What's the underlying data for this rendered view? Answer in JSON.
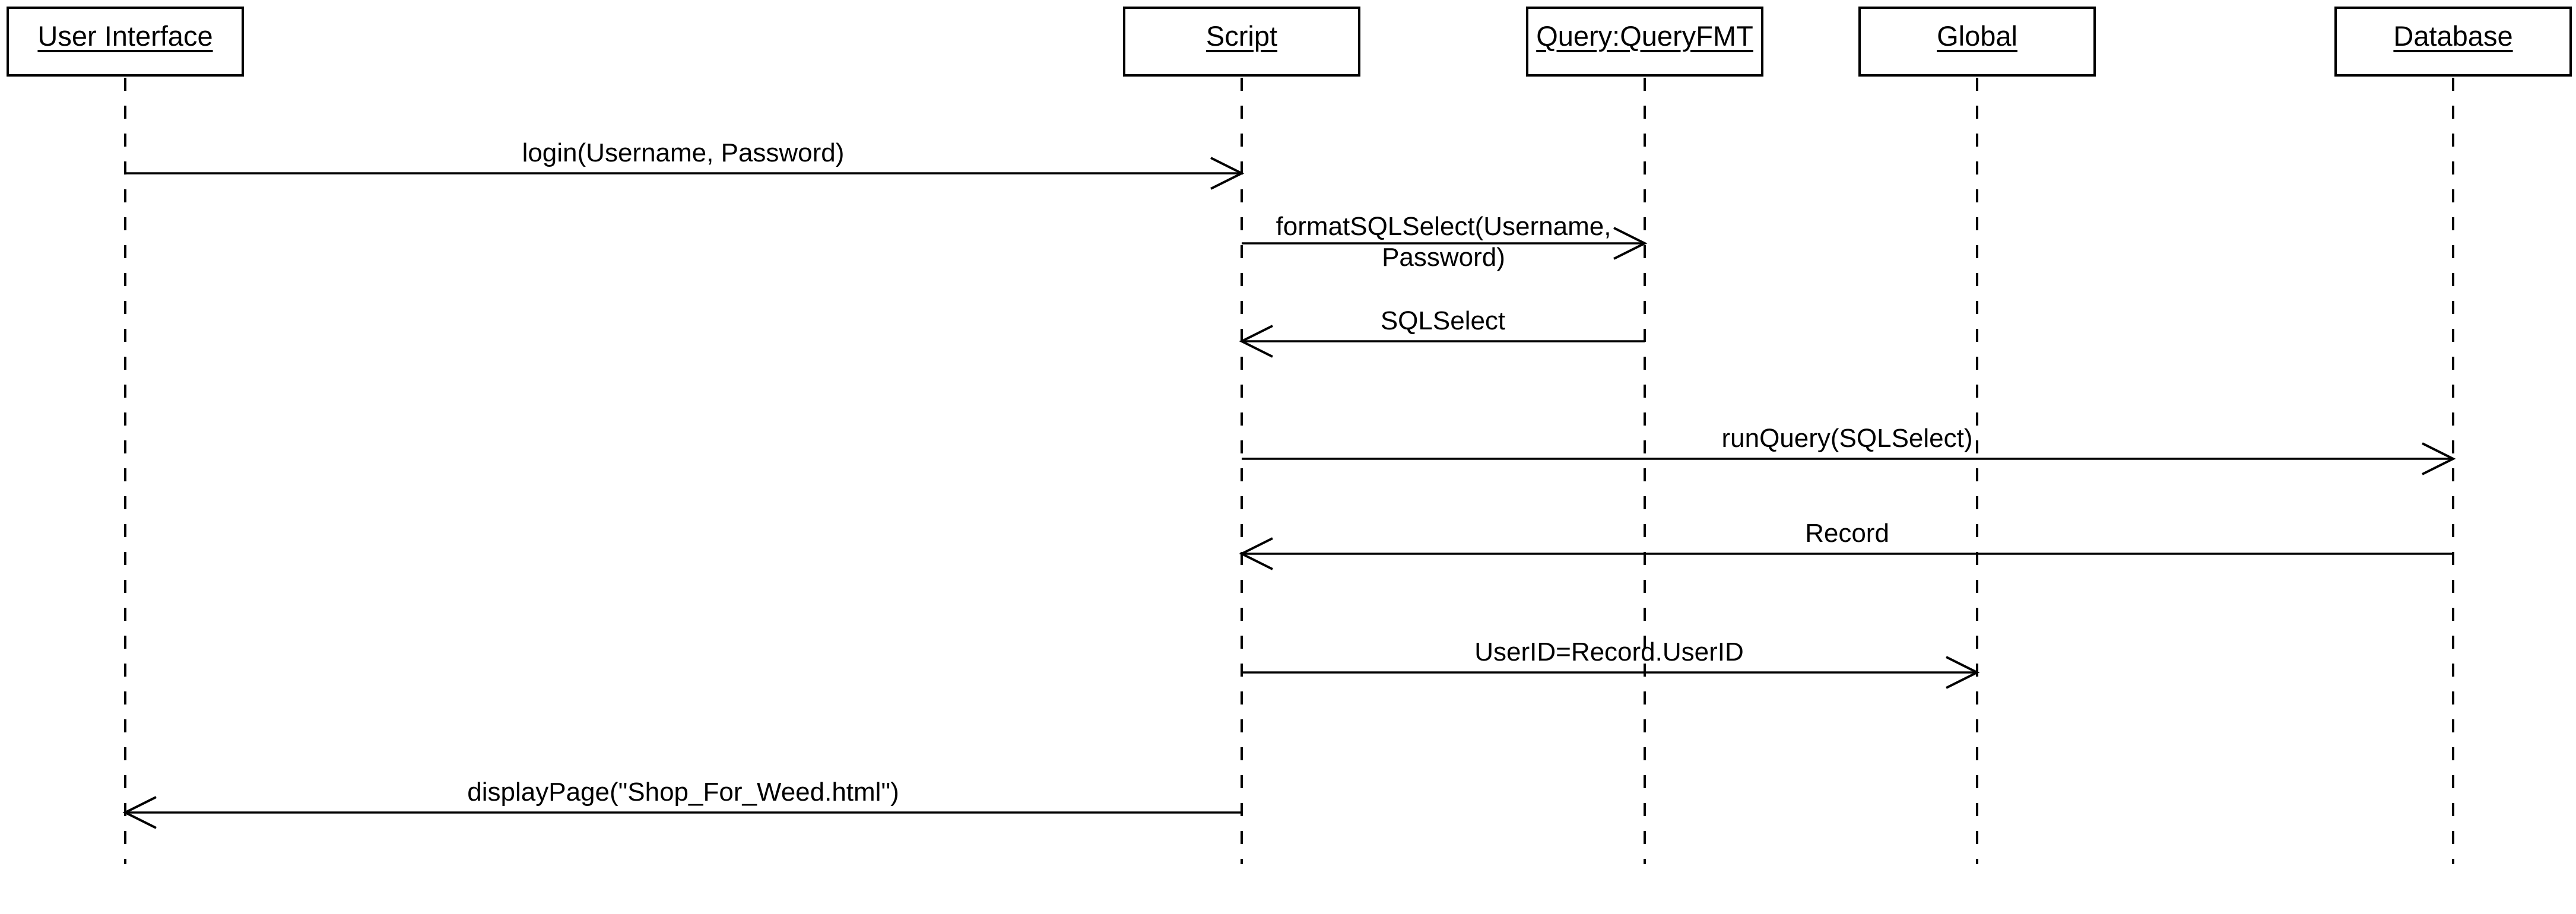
{
  "diagram": {
    "type": "uml-sequence-diagram",
    "background_color": "#ffffff",
    "line_color": "#000000",
    "participants": [
      {
        "id": "user-interface",
        "label": "User Interface"
      },
      {
        "id": "script",
        "label": "Script"
      },
      {
        "id": "query-queryfmt",
        "label": "Query:QueryFMT"
      },
      {
        "id": "global",
        "label": "Global"
      },
      {
        "id": "database",
        "label": "Database"
      }
    ],
    "messages": [
      {
        "label": "login(Username, Password)",
        "from": "User Interface",
        "to": "Script",
        "direction": "right"
      },
      {
        "label": "formatSQLSelect(Username, Password)",
        "from": "Script",
        "to": "Query:QueryFMT",
        "direction": "right"
      },
      {
        "label": "SQLSelect",
        "from": "Query:QueryFMT",
        "to": "Script",
        "direction": "left"
      },
      {
        "label": "runQuery(SQLSelect)",
        "from": "Script",
        "to": "Database",
        "direction": "right"
      },
      {
        "label": "Record",
        "from": "Database",
        "to": "Script",
        "direction": "left"
      },
      {
        "label": "UserID=Record.UserID",
        "from": "Script",
        "to": "Global",
        "direction": "right"
      },
      {
        "label": "displayPage(\"Shop_For_Weed.html\")",
        "from": "Script",
        "to": "User Interface",
        "direction": "left"
      }
    ]
  }
}
